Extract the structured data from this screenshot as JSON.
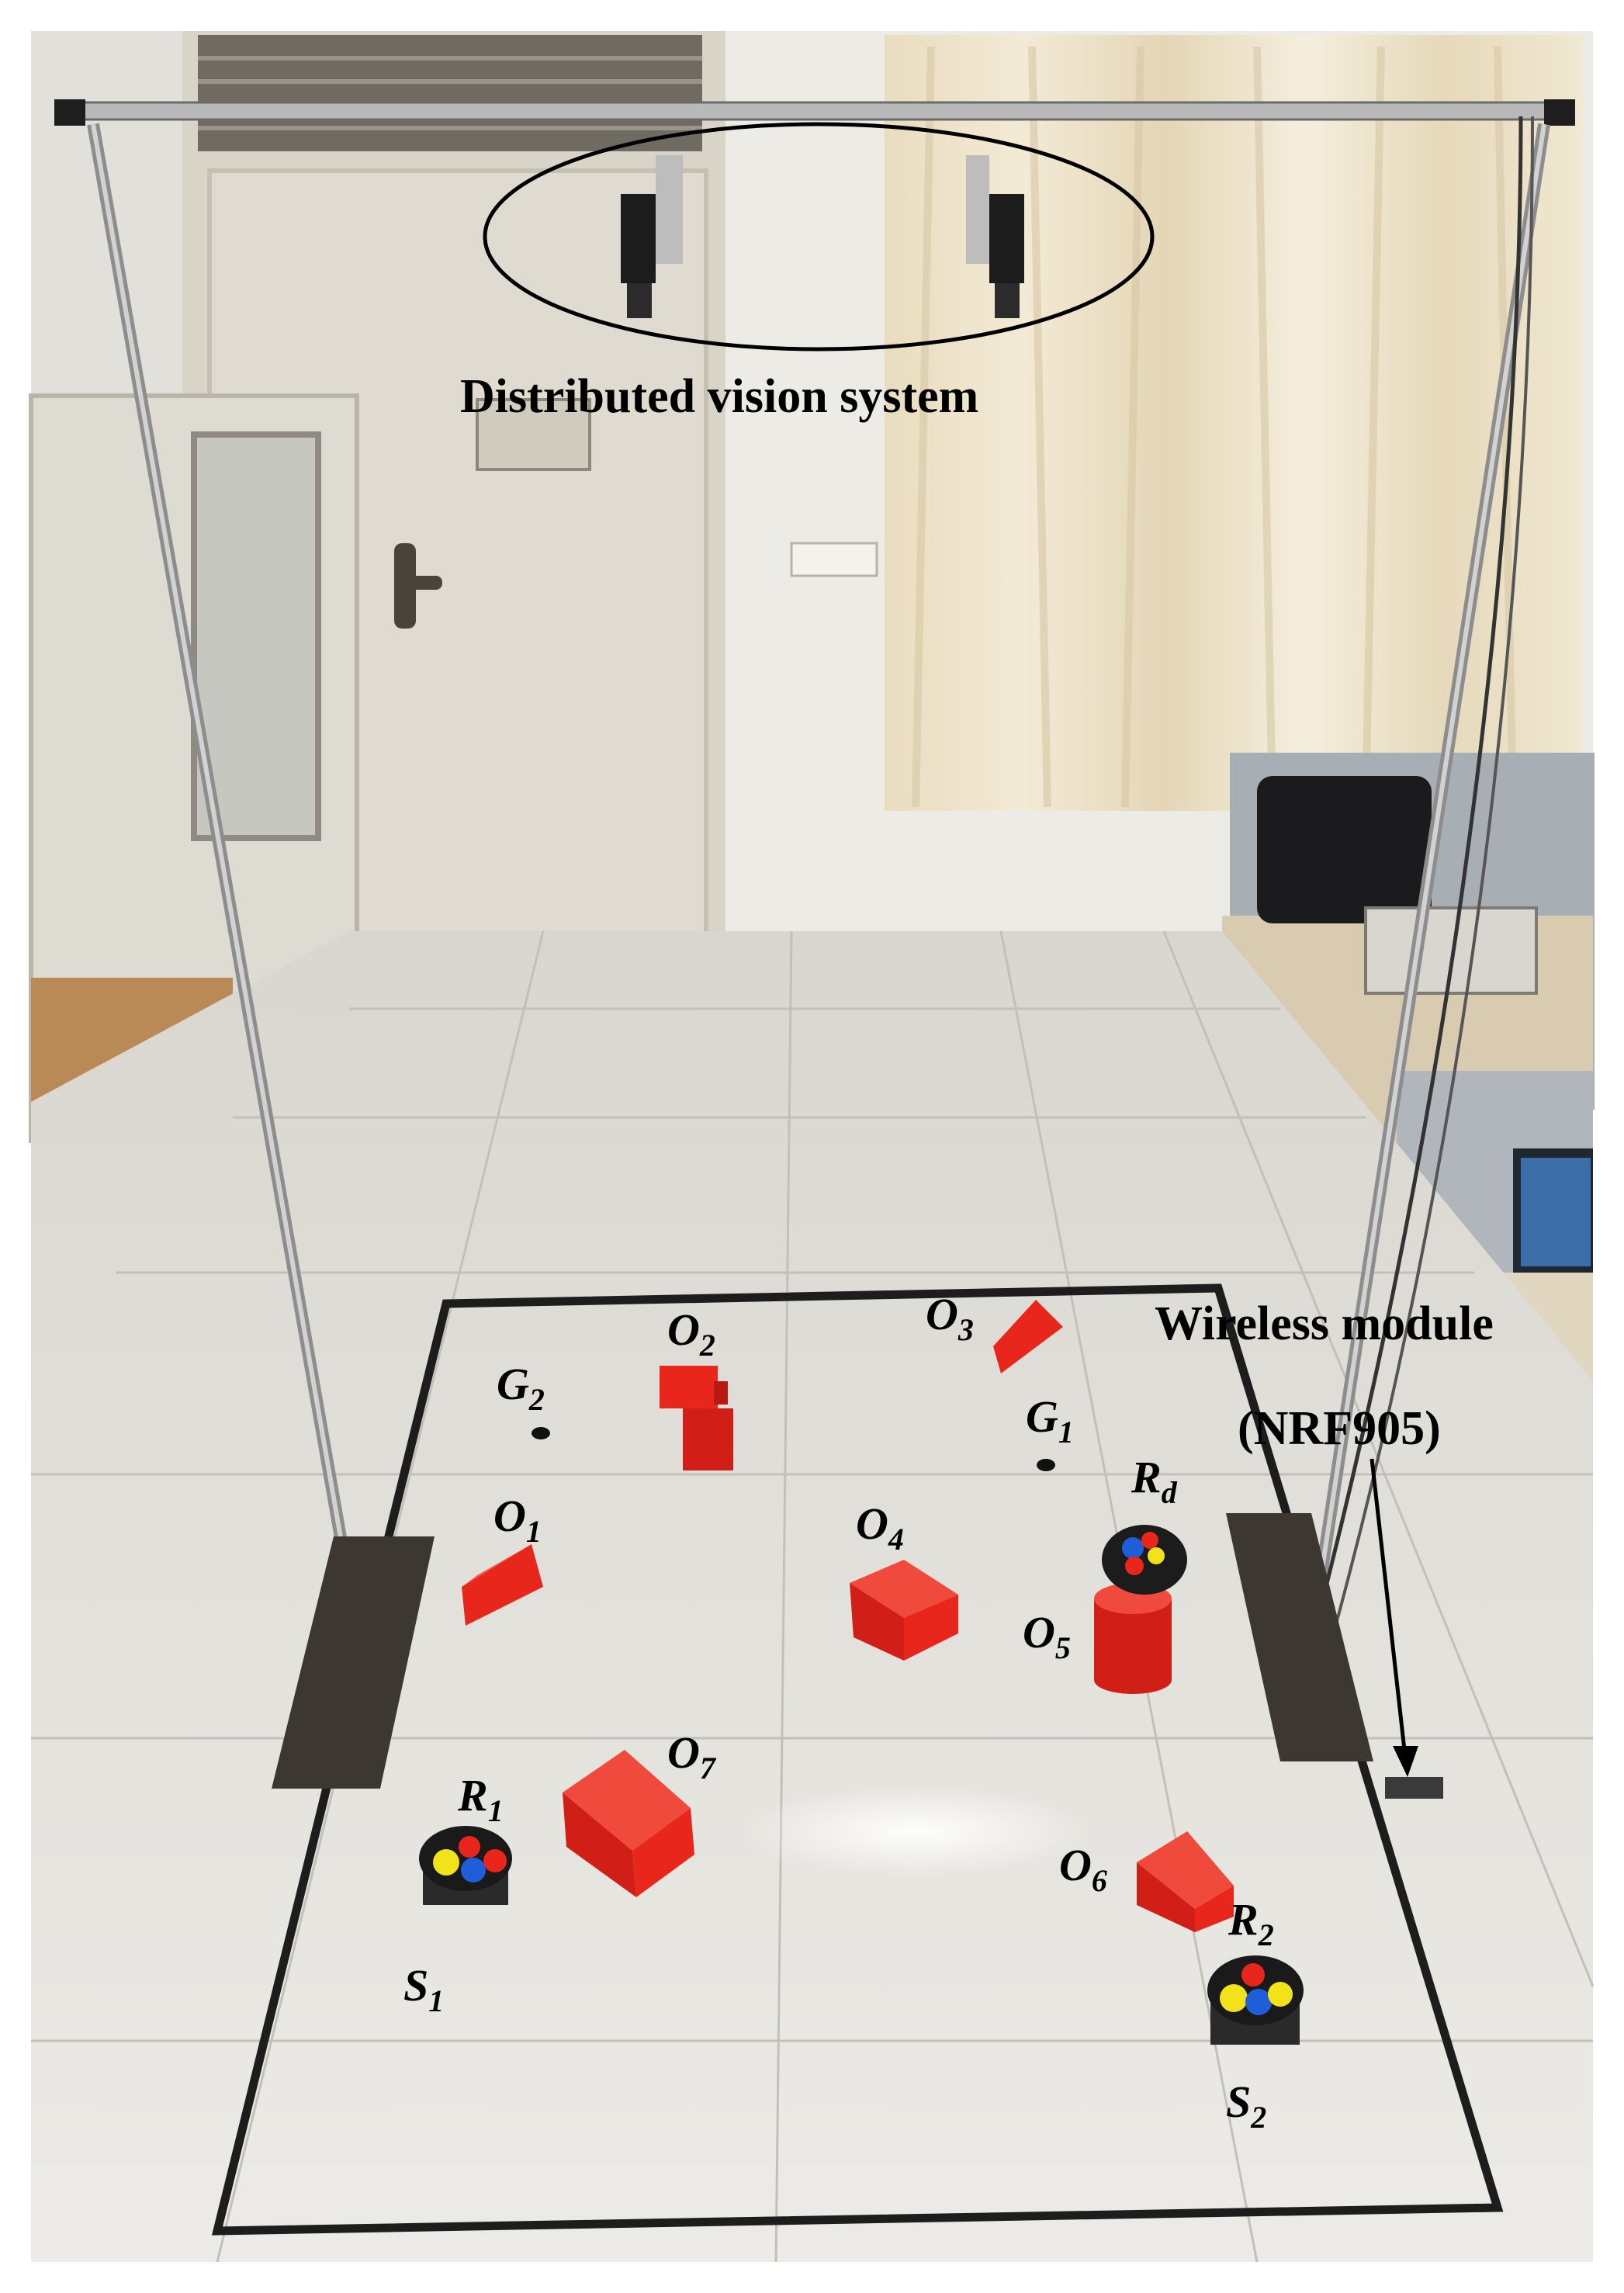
{
  "caption_vision": "Distributed vision system",
  "caption_wireless_line1": "Wireless module",
  "caption_wireless_line2": "(NRF905)",
  "labels": {
    "O1": {
      "base": "O",
      "sub": "1"
    },
    "O2": {
      "base": "O",
      "sub": "2"
    },
    "O3": {
      "base": "O",
      "sub": "3"
    },
    "O4": {
      "base": "O",
      "sub": "4"
    },
    "O5": {
      "base": "O",
      "sub": "5"
    },
    "O6": {
      "base": "O",
      "sub": "6"
    },
    "O7": {
      "base": "O",
      "sub": "7"
    },
    "G1": {
      "base": "G",
      "sub": "1"
    },
    "G2": {
      "base": "G",
      "sub": "2"
    },
    "R1": {
      "base": "R",
      "sub": "1"
    },
    "R2": {
      "base": "R",
      "sub": "2"
    },
    "Rd": {
      "base": "R",
      "sub": "d"
    },
    "S1": {
      "base": "S",
      "sub": "1"
    },
    "S2": {
      "base": "S",
      "sub": "2"
    }
  },
  "colors": {
    "obstacle_red": "#e8261c",
    "floor": "#e4e1da",
    "wall": "#eceae4",
    "curtain": "#efe6cf",
    "robot_dot_red": "#e8261c",
    "robot_dot_blue": "#1e5ed8",
    "robot_dot_yellow": "#f2e21a"
  }
}
